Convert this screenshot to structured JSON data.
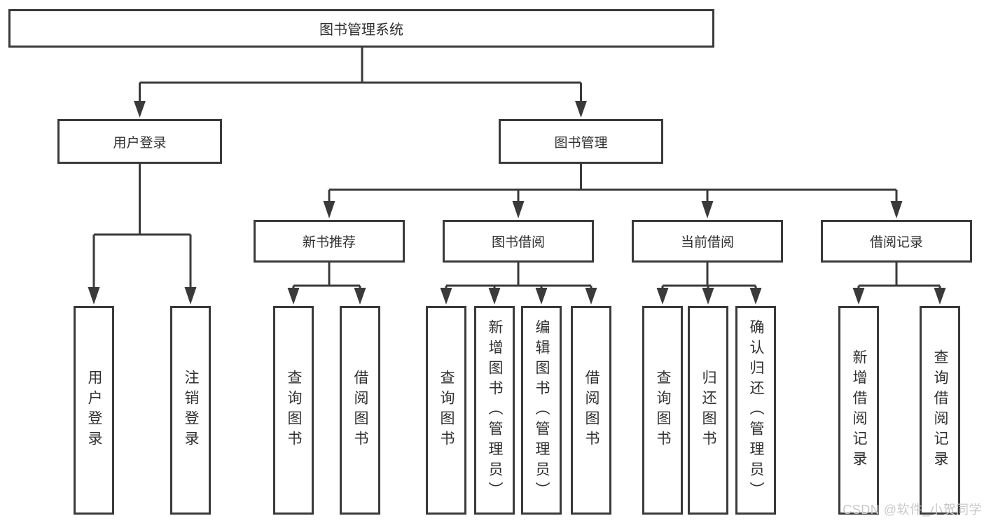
{
  "colors": {
    "line": "#3a3a3a",
    "text": "#303030",
    "bg": "#ffffff",
    "watermark": "#c8c8c8"
  },
  "diagram": {
    "title_node": "图书管理系统",
    "root": {
      "label": "图书管理系统"
    },
    "level2": [
      {
        "label": "用户登录"
      },
      {
        "label": "图书管理"
      }
    ],
    "level3": [
      {
        "label": "新书推荐",
        "parent": "图书管理"
      },
      {
        "label": "图书借阅",
        "parent": "图书管理"
      },
      {
        "label": "当前借阅",
        "parent": "图书管理"
      },
      {
        "label": "借阅记录",
        "parent": "图书管理"
      }
    ],
    "leaves": [
      {
        "label": "用户登录",
        "parent": "用户登录"
      },
      {
        "label": "注销登录",
        "parent": "用户登录"
      },
      {
        "label": "查询图书",
        "parent": "新书推荐"
      },
      {
        "label": "借阅图书",
        "parent": "新书推荐"
      },
      {
        "label": "查询图书",
        "parent": "图书借阅"
      },
      {
        "label": "新增图书（管理员）",
        "parent": "图书借阅"
      },
      {
        "label": "编辑图书（管理员）",
        "parent": "图书借阅"
      },
      {
        "label": "借阅图书",
        "parent": "图书借阅"
      },
      {
        "label": "查询图书",
        "parent": "当前借阅"
      },
      {
        "label": "归还图书",
        "parent": "当前借阅"
      },
      {
        "label": "确认归还（管理员）",
        "parent": "当前借阅"
      },
      {
        "label": "新增借阅记录",
        "parent": "借阅记录"
      },
      {
        "label": "查询借阅记录",
        "parent": "借阅记录"
      }
    ]
  },
  "watermark": {
    "text": "CSDN @软件_小贺同学"
  }
}
